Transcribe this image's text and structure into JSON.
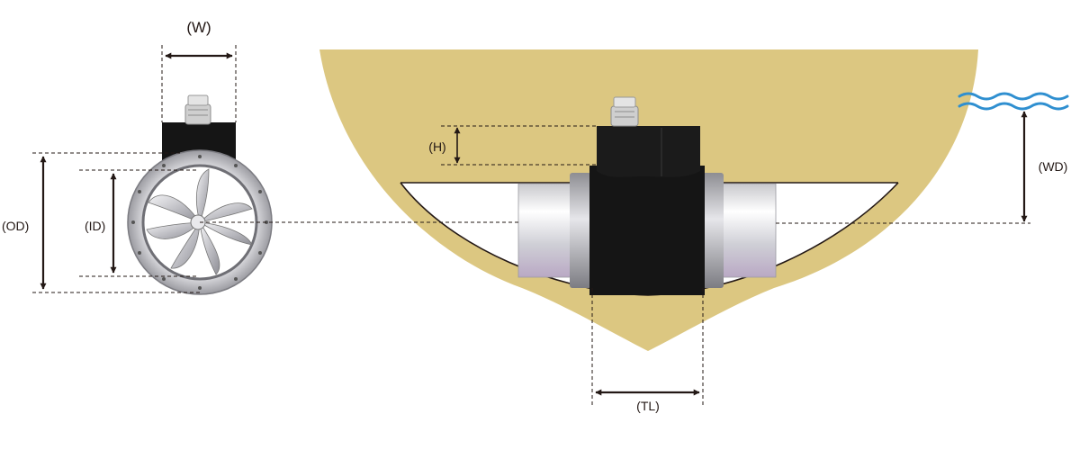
{
  "labels": {
    "W": "(W)",
    "H": "(H)",
    "OD": "(OD)",
    "ID": "(ID)",
    "WD": "(WD)",
    "TL": "(TL)"
  },
  "colors": {
    "hull": "#dcc781",
    "ink": "#231815",
    "motor": "#151515",
    "tube": "#d7d7dc",
    "water": "#2f8fd0"
  }
}
